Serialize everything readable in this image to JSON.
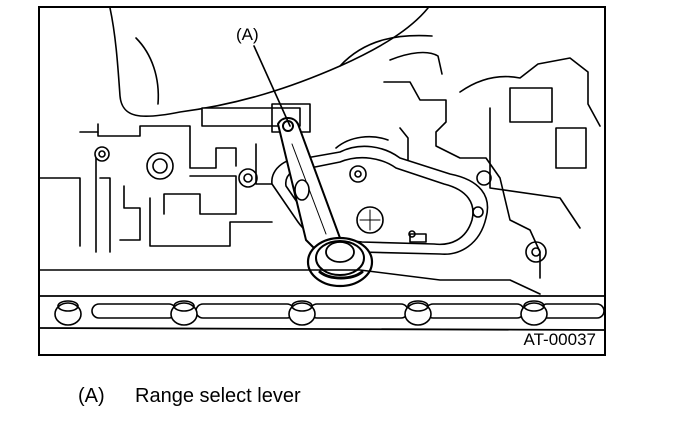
{
  "figure": {
    "callout_label": "(A)",
    "figure_code": "AT-00037"
  },
  "legend": {
    "items": [
      {
        "key": "(A)",
        "text": "Range select lever"
      }
    ]
  }
}
